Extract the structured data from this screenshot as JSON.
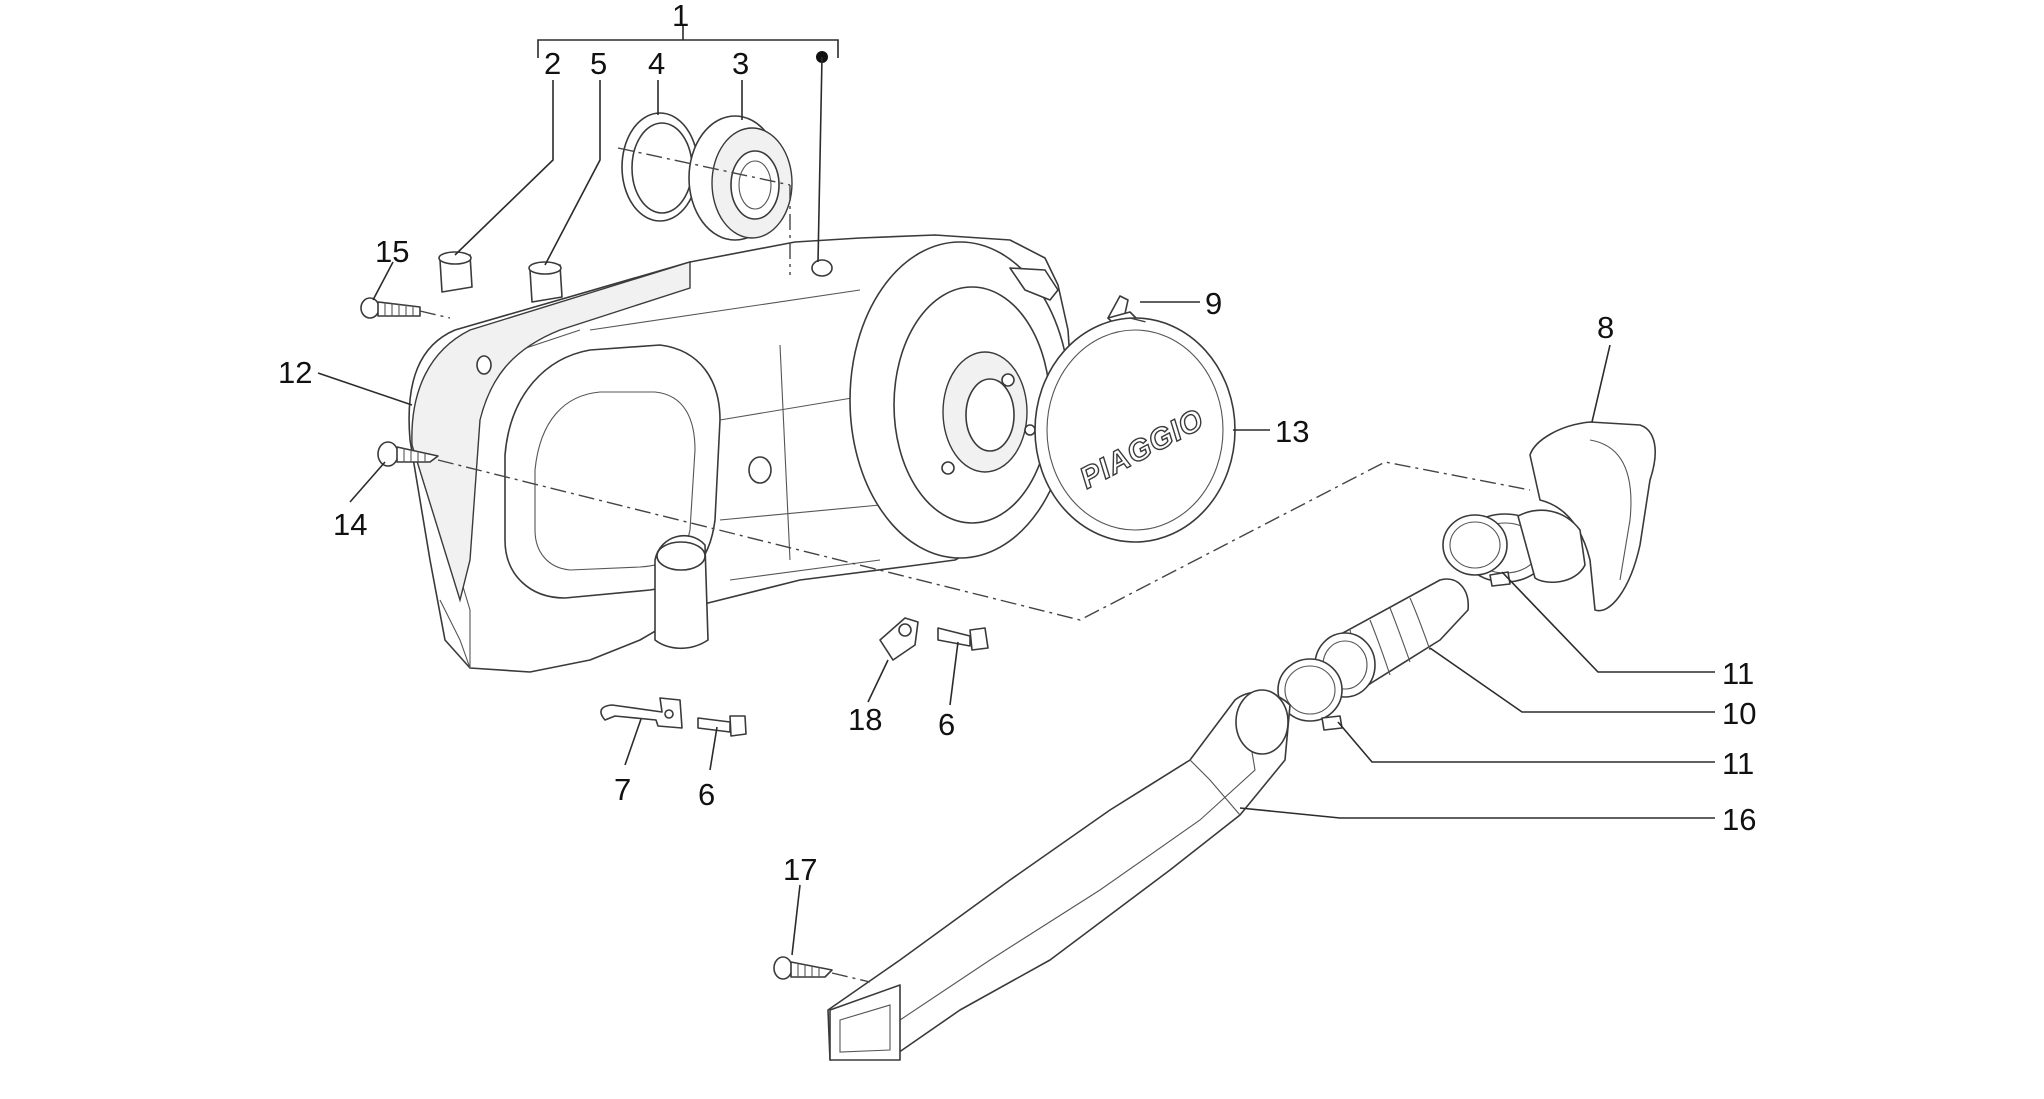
{
  "diagram": {
    "callouts": {
      "c1": "1",
      "c2": "2",
      "c3": "3",
      "c4": "4",
      "c5": "5",
      "c6a": "6",
      "c6b": "6",
      "c7": "7",
      "c8": "8",
      "c9": "9",
      "c10": "10",
      "c11a": "11",
      "c11b": "11",
      "c12": "12",
      "c13": "13",
      "c14": "14",
      "c15": "15",
      "c16": "16",
      "c17": "17",
      "c18": "18"
    },
    "cover_logo": "PIAGGIO"
  }
}
